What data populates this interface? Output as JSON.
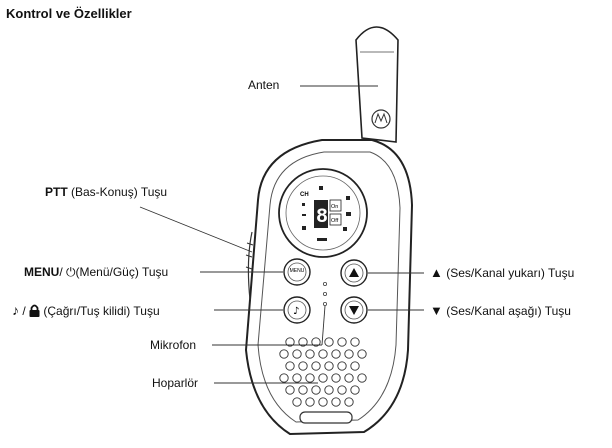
{
  "title": "Kontrol ve Özellikler",
  "labels": {
    "antenna": "Anten",
    "ptt_bold": "PTT",
    "ptt_rest": " (Bas-Konuş) Tuşu",
    "menu_bold": "MENU",
    "menu_rest": "/ ⏻(Menü/Güç) Tuşu",
    "call_rest": "(Çağrı/Tuş kilidi) Tuşu",
    "up_rest": "(Ses/Kanal yukarı) Tuşu",
    "down_rest": "(Ses/Kanal aşağı) Tuşu",
    "mic": "Mikrofon",
    "speaker": "Hoparlör"
  },
  "display": {
    "ch": "CH",
    "on": "On",
    "off": "Off",
    "digit": "8"
  },
  "buttons": {
    "menu_text": "MENU",
    "up_glyph": "▲",
    "down_glyph": "▼"
  },
  "glyphs": {
    "note": "♪",
    "slash": "/",
    "up": "▲",
    "down": "▼"
  }
}
